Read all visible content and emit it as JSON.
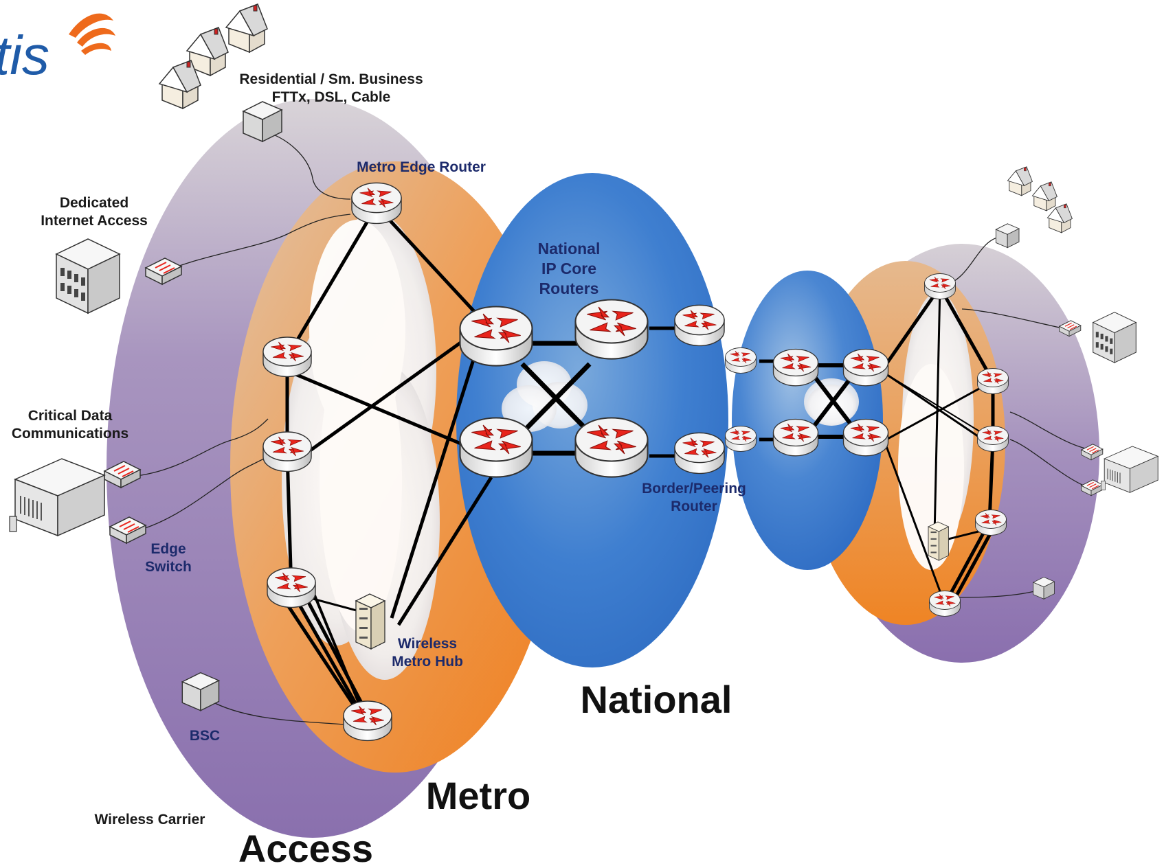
{
  "logo": {
    "text": "tis"
  },
  "zones": {
    "access": "Access",
    "metro": "Metro",
    "national": "National"
  },
  "labels": {
    "residential_line1": "Residential / Sm. Business",
    "residential_line2": "FTTx, DSL, Cable",
    "dedicated_line1": "Dedicated",
    "dedicated_line2": "Internet Access",
    "critical_line1": "Critical Data",
    "critical_line2": "Communications",
    "edge_switch_line1": "Edge",
    "edge_switch_line2": "Switch",
    "bsc": "BSC",
    "wireless_carrier": "Wireless Carrier",
    "metro_edge_router": "Metro Edge Router",
    "national_core_line1": "National",
    "national_core_line2": "IP Core",
    "national_core_line3": "Routers",
    "wireless_hub_line1": "Wireless",
    "wireless_hub_line2": "Metro Hub",
    "border_line1": "Border/Peering",
    "border_line2": "Router"
  },
  "colors": {
    "access_zone": "#8f78b2",
    "metro_zone": "#ef8a2b",
    "national_zone": "#3f7fd0",
    "router_arrow": "#e8241c",
    "label_navy": "#1c2a6b"
  },
  "icons": [
    "router-icon",
    "switch-icon",
    "house-icon",
    "building-icon",
    "server-icon",
    "tower-icon",
    "cloud-icon",
    "logo-swoosh"
  ]
}
